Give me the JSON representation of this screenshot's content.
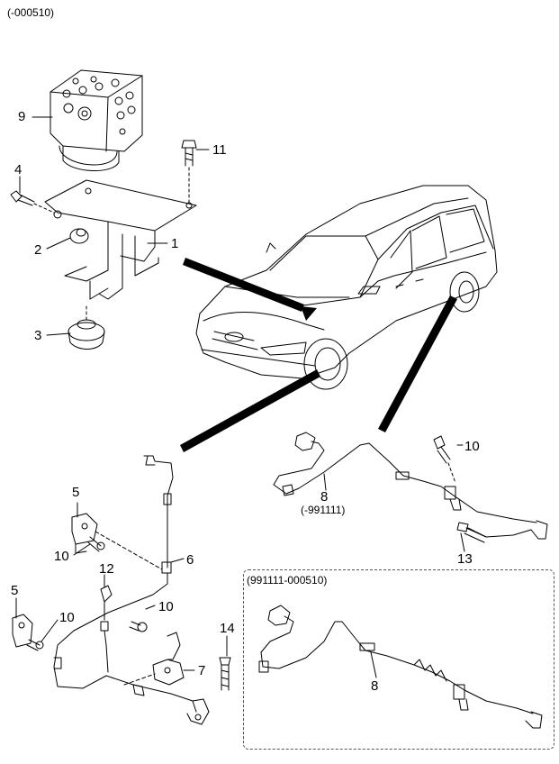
{
  "header": {
    "date_range": "(-000510)"
  },
  "callouts": {
    "c1": "1",
    "c2": "2",
    "c3": "3",
    "c4": "4",
    "c9": "9",
    "c11": "11",
    "c5a": "5",
    "c5b": "5",
    "c6": "6",
    "c7": "7",
    "c8a": "8",
    "c8b": "8",
    "c10a": "10",
    "c10b": "10",
    "c10c": "10",
    "c10d": "10",
    "c12": "12",
    "c13": "13",
    "c14": "14"
  },
  "notes": {
    "sensor_range_a": "(-991111)",
    "inset_range": "(991111-000510)"
  }
}
